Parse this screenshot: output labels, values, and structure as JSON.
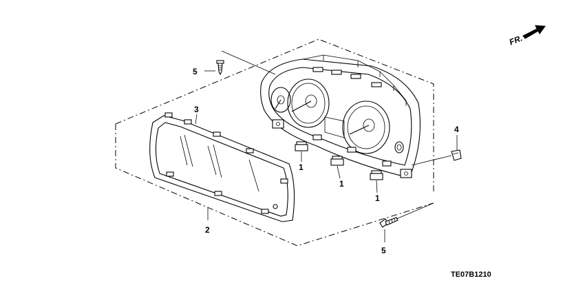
{
  "diagram": {
    "direction_label": "FR.",
    "diagram_code": "TE07B1210",
    "callouts": {
      "bulb_1a": "1",
      "bulb_1b": "1",
      "bulb_1c": "1",
      "lens_cover": "2",
      "lens_glass": "3",
      "clip": "4",
      "screw_top": "5",
      "screw_bottom": "5"
    }
  }
}
